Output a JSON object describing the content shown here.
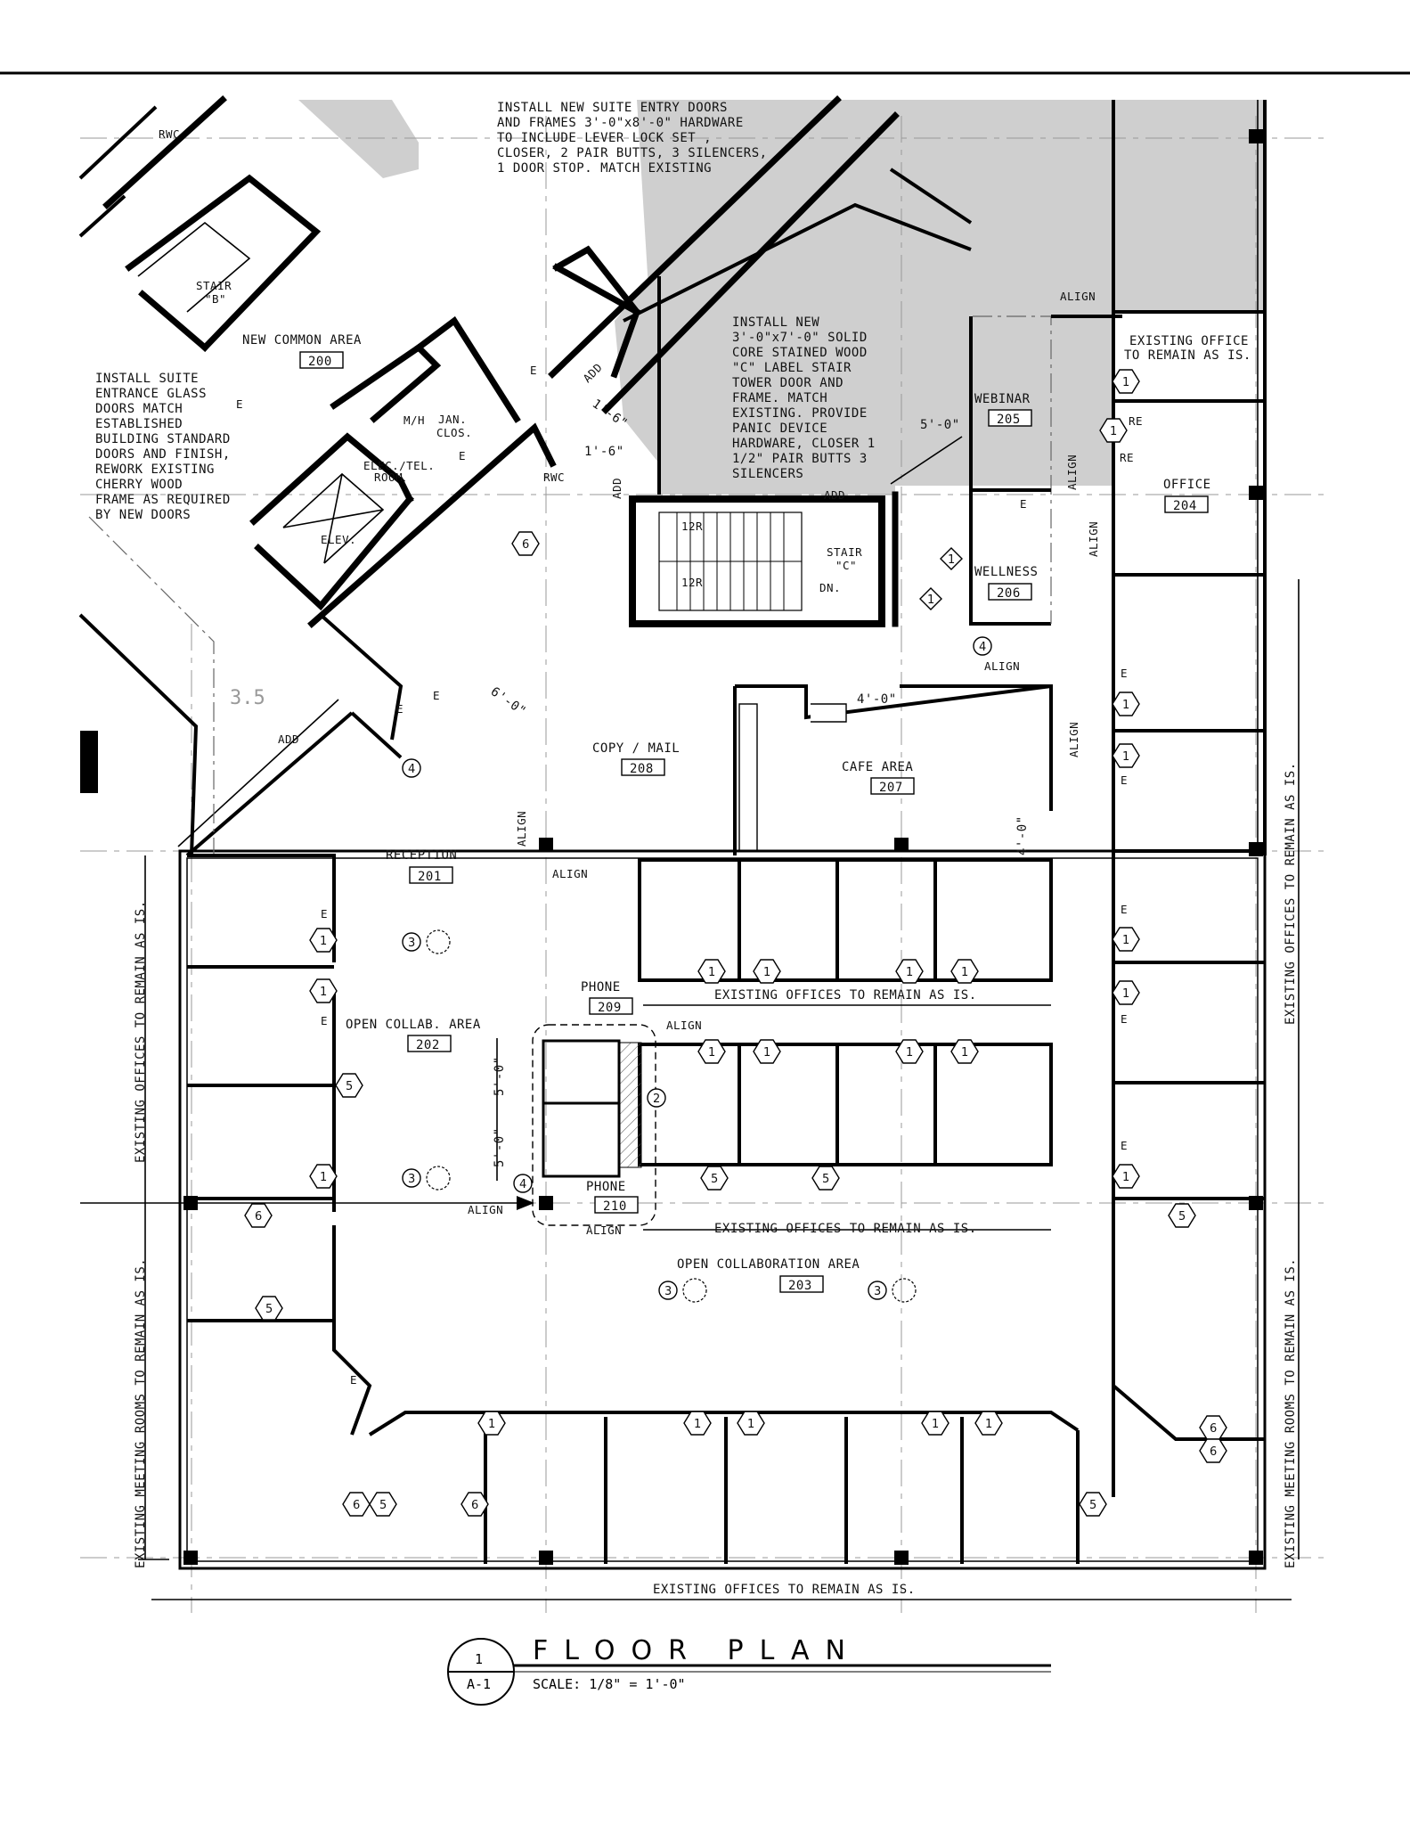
{
  "title": {
    "number": "1",
    "sheet": "A-1",
    "name": "FLOOR PLAN",
    "scale": "SCALE:  1/8\" = 1'-0\""
  },
  "rooms": {
    "common": {
      "name": "NEW COMMON AREA",
      "num": "200"
    },
    "reception": {
      "name": "RECEPTION",
      "num": "201"
    },
    "open_collab": {
      "name": "OPEN COLLAB. AREA",
      "num": "202"
    },
    "open_collaboration": {
      "name": "OPEN COLLABORATION AREA",
      "num": "203"
    },
    "office": {
      "name": "OFFICE",
      "num": "204"
    },
    "webinar": {
      "name": "WEBINAR",
      "num": "205"
    },
    "wellness": {
      "name": "WELLNESS",
      "num": "206"
    },
    "cafe": {
      "name": "CAFE AREA",
      "num": "207"
    },
    "copy": {
      "name": "COPY / MAIL",
      "num": "208"
    },
    "phone1": {
      "name": "PHONE",
      "num": "209"
    },
    "phone2": {
      "name": "PHONE",
      "num": "210"
    },
    "stair_b": {
      "name": "STAIR",
      "sub": "\"B\""
    },
    "stair_c": {
      "name": "STAIR",
      "sub": "\"C\""
    },
    "elev": "ELEV.",
    "elec": "ELEC./TEL.",
    "elec2": "ROOM",
    "jan": "JAN.",
    "jan2": "CLOS.",
    "mh": "M/H",
    "rwc": "RWC",
    "rwc2": "RWC"
  },
  "notes": {
    "entry_doors": [
      "INSTALL NEW SUITE ENTRY DOORS",
      "AND FRAMES 3'-0\"x8'-0\" HARDWARE",
      "TO INCLUDE LEVER LOCK SET ,",
      "CLOSER, 2 PAIR BUTTS, 3 SILENCERS,",
      "1 DOOR STOP.  MATCH EXISTING"
    ],
    "stair_door": [
      "INSTALL NEW",
      "3'-0\"x7'-0\" SOLID",
      "CORE STAINED WOOD",
      "\"C\" LABEL STAIR",
      "TOWER DOOR AND",
      "FRAME.  MATCH",
      "EXISTING. PROVIDE",
      "PANIC DEVICE",
      "HARDWARE, CLOSER 1",
      "1/2\" PAIR BUTTS 3",
      "SILENCERS"
    ],
    "glass_doors": [
      "INSTALL SUITE",
      "ENTRANCE GLASS",
      "DOORS MATCH",
      "ESTABLISHED",
      "BUILDING STANDARD",
      "DOORS AND FINISH,",
      "REWORK EXISTING",
      "CHERRY WOOD",
      "FRAME AS REQUIRED",
      "BY NEW DOORS"
    ],
    "existing_office": [
      "EXISTING OFFICE",
      "TO REMAIN AS IS."
    ],
    "existing_offices": "EXISTING OFFICES TO REMAIN AS IS.",
    "existing_meeting": "EXISTING MEETING ROOMS TO REMAIN AS IS.",
    "align": "ALIGN",
    "add": "ADD",
    "re": "RE",
    "e": "E",
    "grid_35": "3.5"
  },
  "dims": {
    "d_5_0": "5'-0\"",
    "d_4_0": "4'-0\"",
    "d_6_0": "6'-0\"",
    "d_1_6": "1'-6\"",
    "d_12r": "12R",
    "d_dn": "DN."
  },
  "tags": {
    "t1": "1",
    "t2": "2",
    "t3": "3",
    "t4": "4",
    "t5": "5",
    "t6": "6"
  }
}
